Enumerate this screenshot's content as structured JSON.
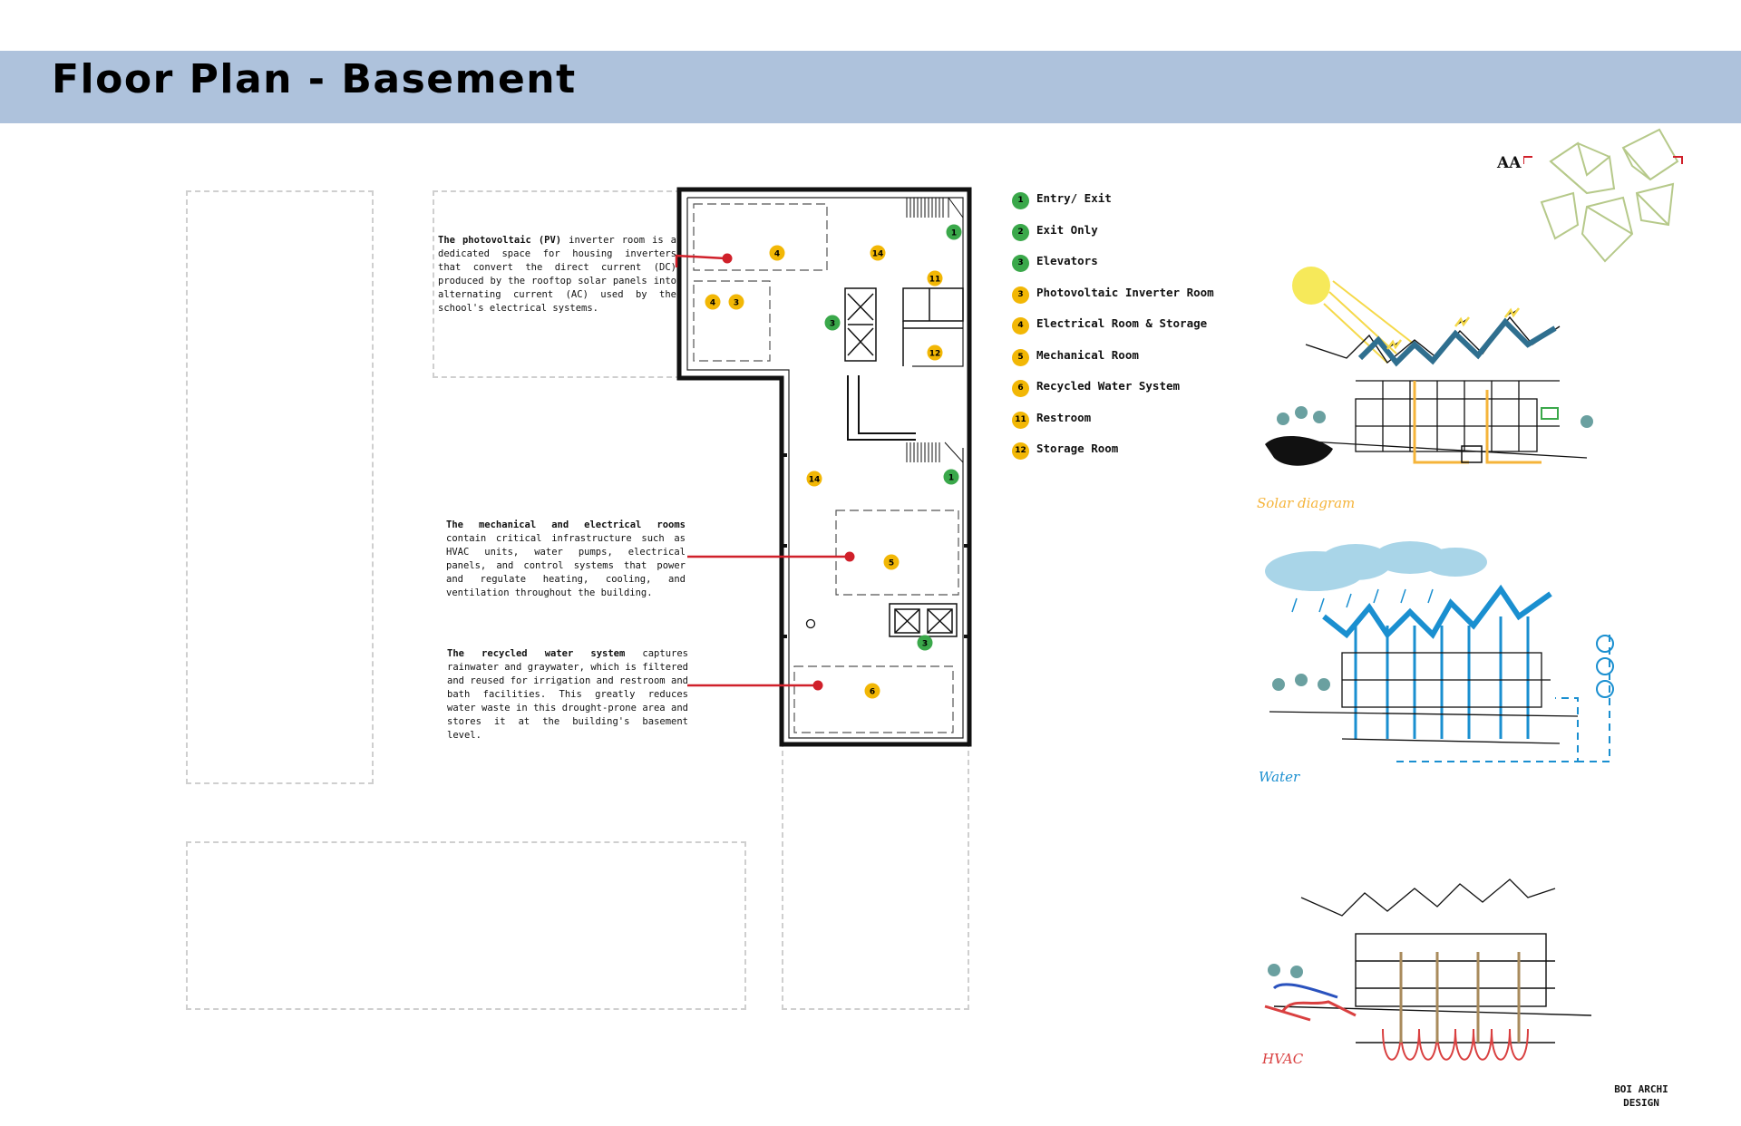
{
  "page": {
    "title": "Floor Plan - Basement",
    "brand": {
      "line1": "BOI ARCHI",
      "line2": "DESIGN"
    },
    "section_marker": "AA"
  },
  "notes": {
    "pv": {
      "lead": "The photovoltaic (PV)",
      "body": " inverter room is a dedicated space for housing inverters that convert the direct current (DC) produced by the rooftop solar panels into alternating current (AC) used by the school's electrical systems."
    },
    "mech": {
      "lead": "The mechanical and electrical rooms",
      "body": " contain critical infrastructure such as HVAC units, water pumps, electrical panels, and control systems that power and regulate heating, cooling, and ventilation throughout the building."
    },
    "water": {
      "lead": "The recycled water system",
      "body": " captures rainwater and graywater, which is filtered and reused for irrigation and restroom and bath facilities. This greatly reduces water waste in this drought-prone area and stores it at the building's basement level."
    }
  },
  "legend": [
    {
      "num": "1",
      "label": "Entry/ Exit",
      "color": "#3aa84a"
    },
    {
      "num": "2",
      "label": "Exit Only",
      "color": "#3aa84a"
    },
    {
      "num": "3",
      "label": "Elevators",
      "color": "#3aa84a"
    },
    {
      "num": "3",
      "label": "Photovoltaic Inverter Room",
      "color": "#f2b705"
    },
    {
      "num": "4",
      "label": "Electrical Room & Storage",
      "color": "#f2b705"
    },
    {
      "num": "5",
      "label": "Mechanical Room",
      "color": "#f2b705"
    },
    {
      "num": "6",
      "label": "Recycled Water System",
      "color": "#f2b705"
    },
    {
      "num": "11",
      "label": "Restroom",
      "color": "#f2b705"
    },
    {
      "num": "12",
      "label": "Storage Room",
      "color": "#f2b705"
    }
  ],
  "plan_markers": {
    "m4a": "4",
    "m14a": "14",
    "m1a": "1",
    "m11": "11",
    "m3a": "3",
    "m4b": "4",
    "m3b": "3",
    "m12": "12",
    "m14b": "14",
    "m1b": "1",
    "m5": "5",
    "m3c": "3",
    "m6": "6"
  },
  "sketches": {
    "solar_label": "Solar diagram",
    "water_label": "Water",
    "hvac_label": "HVAC"
  },
  "colors": {
    "header_band": "#aec2dc",
    "accent_red": "#d0202a",
    "green_marker": "#3aa84a",
    "yellow_marker": "#f2b705",
    "roof_blue": "#2f6f8f",
    "water_blue": "#1a8fd0",
    "solar_orange": "#f5b43a",
    "hvac_red": "#d94040"
  }
}
